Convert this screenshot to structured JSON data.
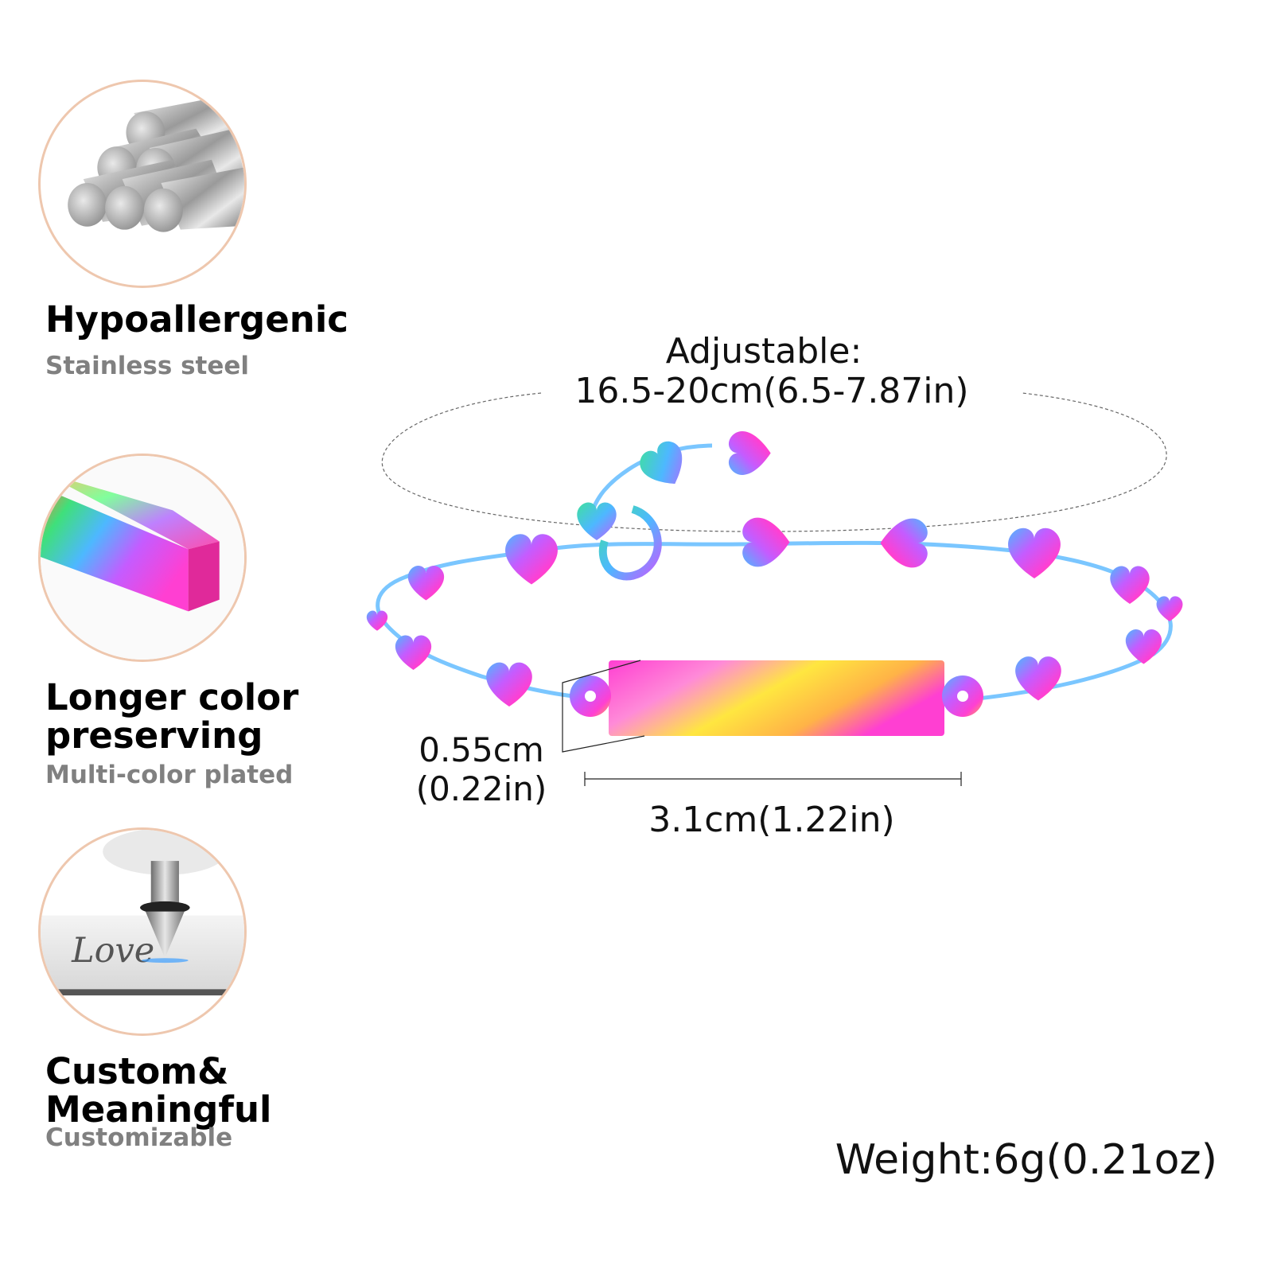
{
  "features": [
    {
      "title": "Hypoallergenic",
      "subtitle": "Stainless steel",
      "icon": "steel-rods-icon"
    },
    {
      "title": "Longer color preserving",
      "subtitle": "Multi-color plated",
      "icon": "rainbow-bar-icon"
    },
    {
      "title": "Custom& Meaningful",
      "subtitle": "Customizable",
      "icon": "engraving-tool-icon",
      "engraved_text": "Love"
    }
  ],
  "dimensions": {
    "adjustable_label": "Adjustable:",
    "adjustable_value": "16.5-20cm(6.5-7.87in)",
    "height_cm": "0.55cm",
    "height_in": "(0.22in)",
    "width": "3.1cm(1.22in)",
    "weight": "Weight:6g(0.21oz)"
  },
  "colors": {
    "circle_border": "#eec7ae",
    "subtitle_gray": "#808080",
    "rainbow": [
      "#ff3fd2",
      "#c45cff",
      "#4db8ff",
      "#3fe0a0",
      "#ffe640"
    ]
  }
}
